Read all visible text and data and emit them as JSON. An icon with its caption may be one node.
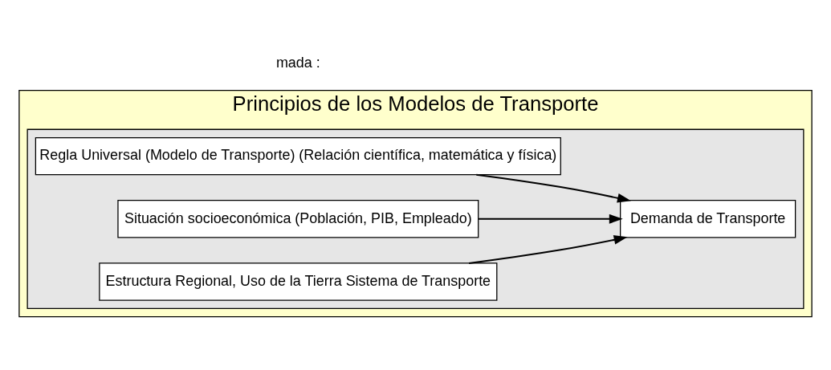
{
  "diagram": {
    "nodes": [
      {
        "text": [
          "Principios de los Modelos de Transporte"
        ]
      },
      {
        "text": [],
        "shape": "box",
        "in": 0
      },
      {
        "text": [
          "Regla Universal (Modelo de Transporte) (Relación científica, matemática y física)"
        ],
        "in": 1
      },
      {
        "text": [
          "Situación socioeconómica (Población, PIB, Empleado)"
        ],
        "in": 1
      },
      {
        "text": [
          "Estructura Regional, Uso de la Tierra Sistema de Transporte"
        ],
        "in": 1
      },
      {
        "text": [
          "Demanda de Transporte"
        ],
        "in": 1
      }
    ],
    "edges": [
      {
        "from": 2,
        "to": 5,
        "arrow": "to"
      },
      {
        "from": 3,
        "to": 5,
        "arrow": "to"
      },
      {
        "from": 4,
        "to": 5,
        "arrow": "to"
      }
    ],
    "labels": [
      "mada :"
    ]
  }
}
